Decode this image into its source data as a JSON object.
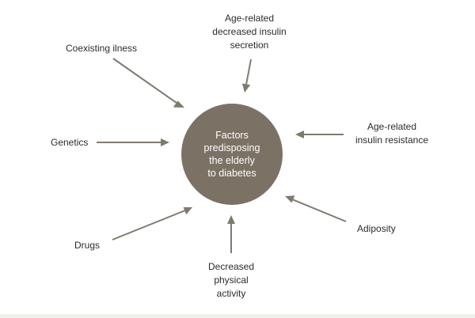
{
  "diagram": {
    "center": "Factors\npredisposing\nthe elderly\nto diabetes",
    "factors": {
      "age_related_secretion": "Age-related\ndecreased insulin\nsecretion",
      "coexisting_illness": "Coexisting ilness",
      "genetics": "Genetics",
      "age_related_resistance": "Age-related\ninsulin resistance",
      "adiposity": "Adiposity",
      "drugs": "Drugs",
      "decreased_activity": "Decreased\nphysical\nactivity"
    }
  },
  "colors": {
    "node_fill": "#7b7165",
    "arrow": "#7f7a70",
    "text": "#2b2b2b"
  }
}
